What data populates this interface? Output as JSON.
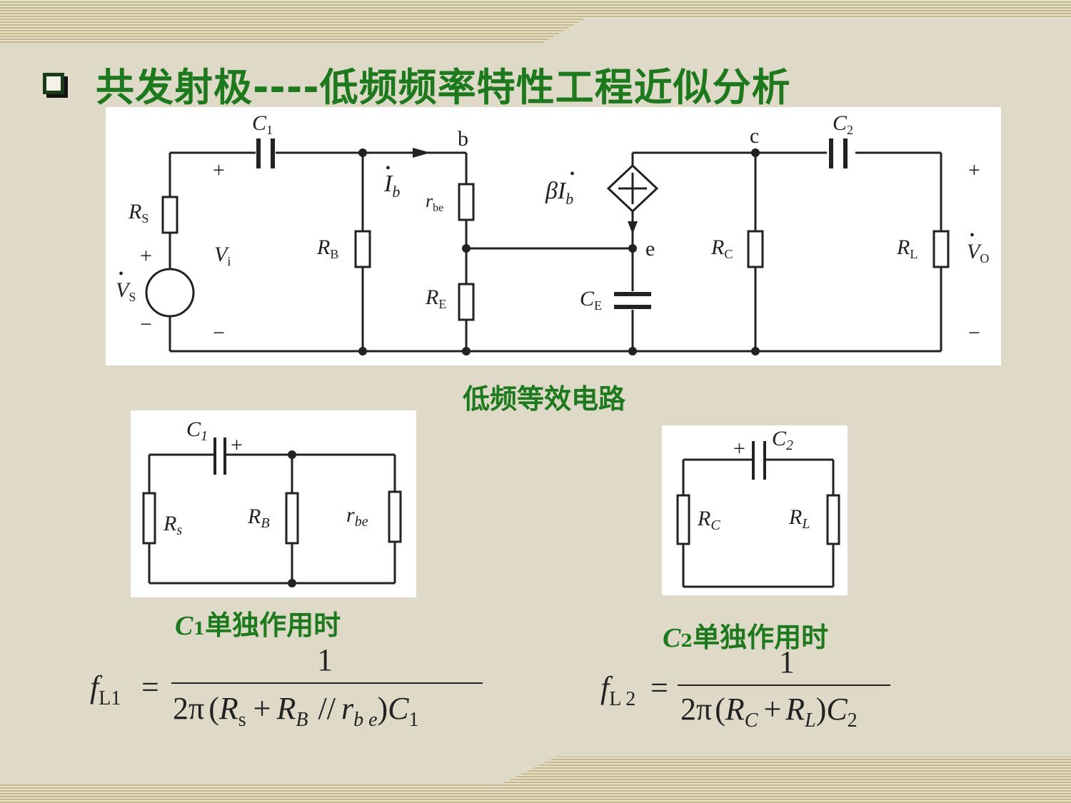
{
  "slide": {
    "title": "共发射极----低频频率特性工程近似分析",
    "main_caption": "低频等效电路",
    "c1_caption_suffix": "单独作用时",
    "c2_caption_suffix": "单独作用时",
    "c1_caption_letter": "C",
    "c1_caption_sub": "1",
    "c2_caption_letter": "C",
    "c2_caption_sub": "2"
  },
  "main_circuit": {
    "C1": "C",
    "C1_sub": "1",
    "C2": "C",
    "C2_sub": "2",
    "node_b": "b",
    "node_c": "c",
    "node_e": "e",
    "Ib": "I",
    "Ib_sub": "b",
    "rbe": "r",
    "rbe_sub": "be",
    "beta_Ib": "βI",
    "beta_Ib_sub": "b",
    "RS": "R",
    "RS_sub": "S",
    "Vi": "V",
    "Vi_sub": "i",
    "VS": "V",
    "VS_sub": "S",
    "RB": "R",
    "RB_sub": "B",
    "RE": "R",
    "RE_sub": "E",
    "CE": "C",
    "CE_sub": "E",
    "RC": "R",
    "RC_sub": "C",
    "RL": "R",
    "RL_sub": "L",
    "VO": "V",
    "VO_sub": "O",
    "plus": "+",
    "minus": "−"
  },
  "c1_circuit": {
    "C1": "C",
    "C1_sub": "1",
    "Rs": "R",
    "Rs_sub": "s",
    "RB": "R",
    "RB_sub": "B",
    "rbe": "r",
    "rbe_sub": "be",
    "plus": "+"
  },
  "c2_circuit": {
    "C2": "C",
    "C2_sub": "2",
    "RC": "R",
    "RC_sub": "C",
    "RL": "R",
    "RL_sub": "L",
    "plus": "+"
  },
  "formula1": {
    "lhs": "f",
    "lhs_sub": "L1",
    "eq": "=",
    "num": "1",
    "den_2pi": "2π",
    "lp": "(",
    "Rs": "R",
    "Rs_sub": "s",
    "plus": "+",
    "RB": "R",
    "RB_sub": "B",
    "par": "//",
    "rbe": "r",
    "rbe_sub": "b e",
    "rp": ")",
    "C": "C",
    "C_sub": "1"
  },
  "formula2": {
    "lhs": "f",
    "lhs_sub": "L 2",
    "eq": "=",
    "num": "1",
    "den_2pi": "2π",
    "lp": "(",
    "RC": "R",
    "RC_sub": "C",
    "plus": "+",
    "RL": "R",
    "RL_sub": "L",
    "rp": ")",
    "C": "C",
    "C_sub": "2"
  }
}
